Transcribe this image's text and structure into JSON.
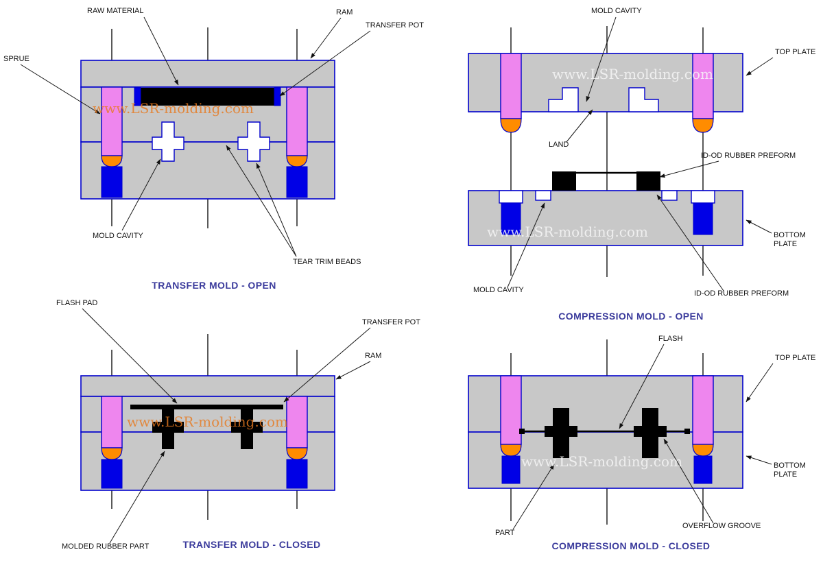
{
  "watermark": "www.LSR-molding.com",
  "colors": {
    "plate_gray": "#c8c8c8",
    "outline_blue": "#0000cc",
    "ram_pink": "#ee86ee",
    "ram_tip_orange": "#ff8c00",
    "channel_blue": "#0000e6",
    "rubber_black": "#000000",
    "title_navy": "#3b3b9c",
    "watermark_orange": "#e8791e",
    "watermark_white": "#f8f8f8"
  },
  "diagrams": {
    "transfer_open": {
      "title": "TRANSFER MOLD - OPEN",
      "labels": {
        "raw_material": "RAW MATERIAL",
        "ram": "RAM",
        "transfer_pot": "TRANSFER POT",
        "sprue": "SPRUE",
        "mold_cavity": "MOLD CAVITY",
        "tear_trim_beads": "TEAR TRIM BEADS"
      }
    },
    "compression_open": {
      "title": "COMPRESSION MOLD - OPEN",
      "labels": {
        "mold_cavity_top": "MOLD CAVITY",
        "top_plate": "TOP PLATE",
        "land": "LAND",
        "id_od_rubber_preform_top": "ID-OD RUBBER PREFORM",
        "bottom_plate_line1": "BOTTOM",
        "bottom_plate_line2": "PLATE",
        "mold_cavity_bottom": "MOLD CAVITY",
        "id_od_rubber_preform_bottom": "ID-OD RUBBER PREFORM"
      }
    },
    "transfer_closed": {
      "title": "TRANSFER MOLD - CLOSED",
      "labels": {
        "flash_pad": "FLASH PAD",
        "transfer_pot": "TRANSFER POT",
        "ram": "RAM",
        "molded_rubber_part": "MOLDED RUBBER PART"
      }
    },
    "compression_closed": {
      "title": "COMPRESSION MOLD - CLOSED",
      "labels": {
        "flash": "FLASH",
        "top_plate": "TOP PLATE",
        "bottom_plate_line1": "BOTTOM",
        "bottom_plate_line2": "PLATE",
        "part": "PART",
        "overflow_groove": "OVERFLOW GROOVE"
      }
    }
  }
}
